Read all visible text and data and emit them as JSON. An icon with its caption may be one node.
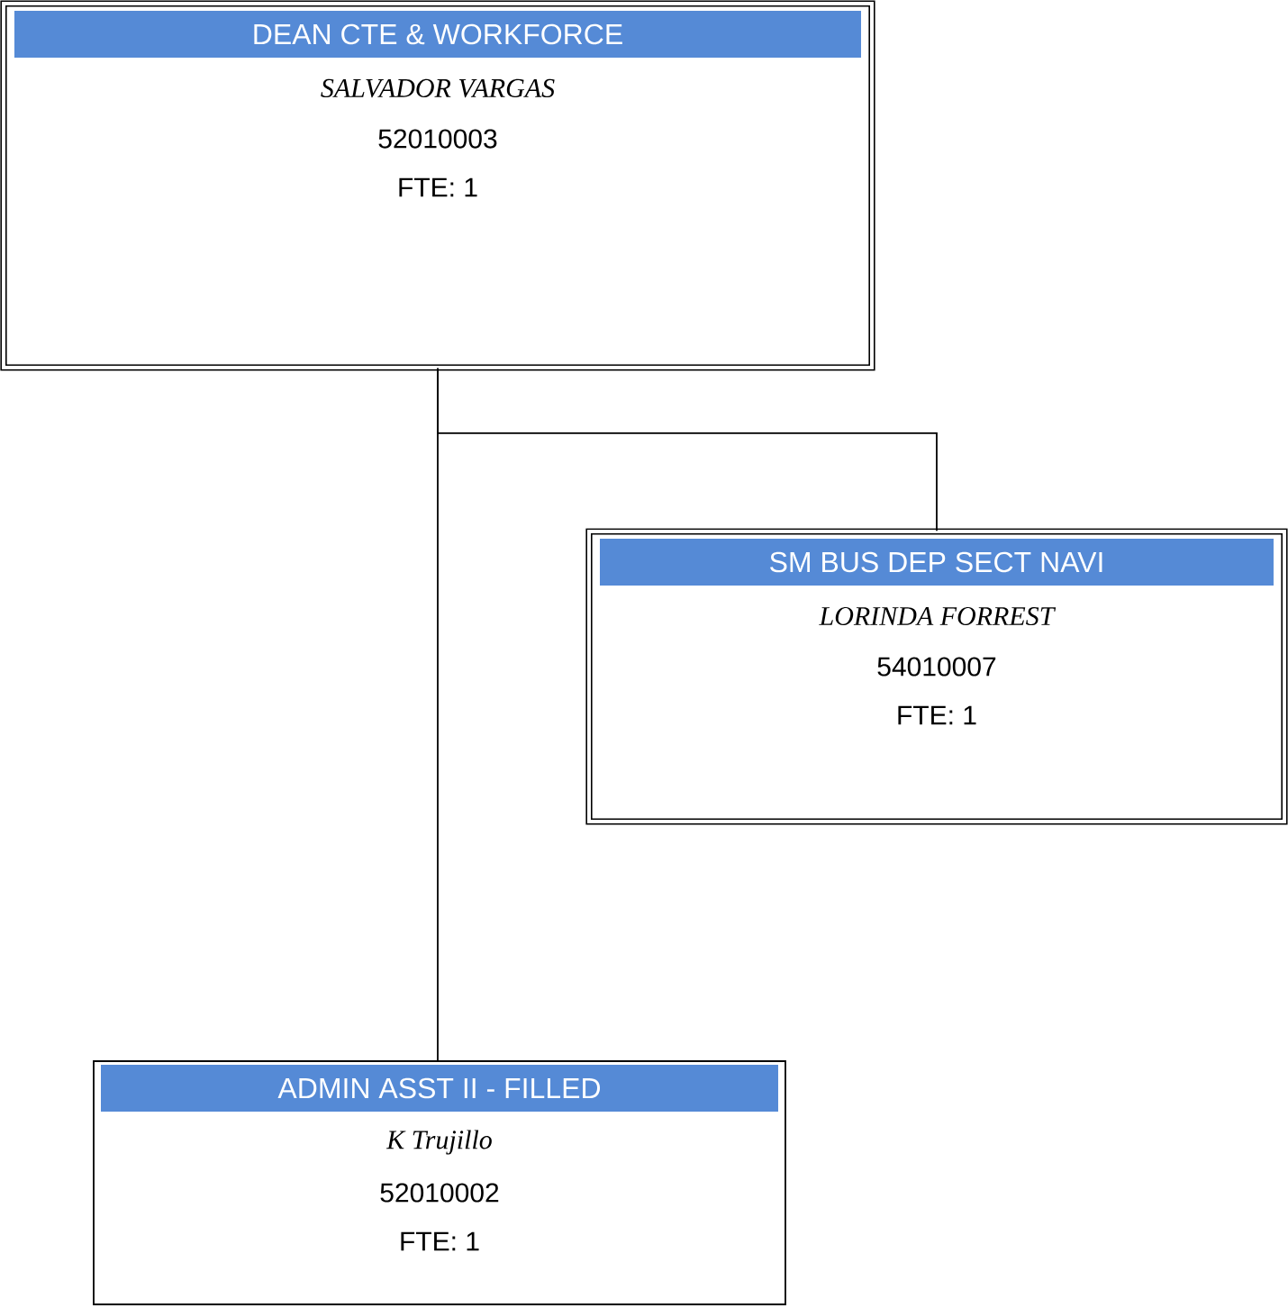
{
  "diagram": {
    "nodes": [
      {
        "text": [
          "DEAN CTE & WORKFORCE",
          "SALVADOR  VARGAS",
          "52010003",
          "FTE: 1"
        ]
      },
      {
        "text": [
          "SM BUS DEP SECT NAVI",
          "LORINDA  FORREST",
          "54010007",
          "FTE: 1"
        ]
      },
      {
        "text": [
          "ADMIN ASST II - FILLED",
          "K Trujillo",
          "52010002",
          "FTE: 1"
        ]
      }
    ],
    "edges": [
      {
        "from": 0,
        "to": 1,
        "arrow": "none"
      },
      {
        "from": 0,
        "to": 2,
        "arrow": "none"
      }
    ]
  }
}
